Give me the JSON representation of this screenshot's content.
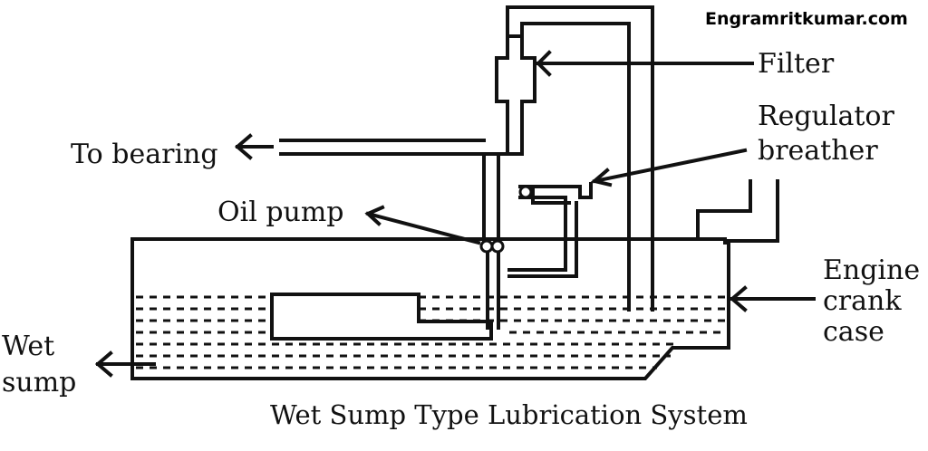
{
  "diagram": {
    "watermark": "Engramritkumar.com",
    "caption": "Wet Sump Type Lubrication System",
    "labels": {
      "filter": "Filter",
      "regulator_line1": "Regulator",
      "regulator_line2": "breather",
      "to_bearing": "To bearing",
      "oil_pump": "Oil pump",
      "engine_line1": "Engine",
      "engine_line2": "crank",
      "engine_line3": "case",
      "wet_line1": "Wet",
      "wet_line2": "sump"
    }
  }
}
